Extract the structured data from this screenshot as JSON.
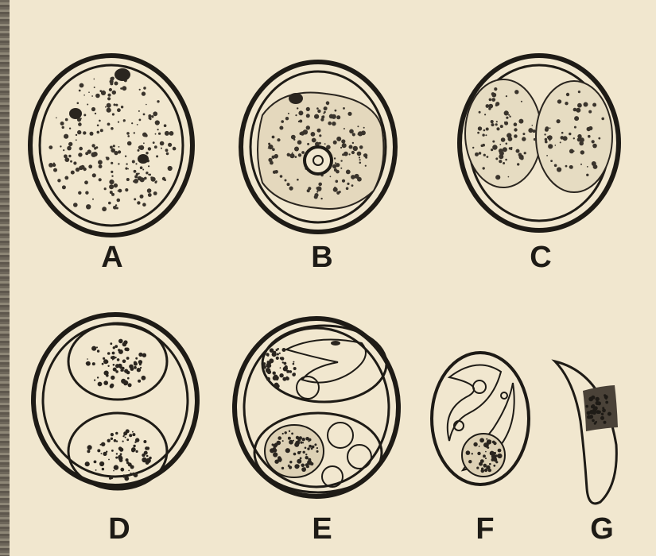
{
  "figure": {
    "panels": [
      {
        "id": "A",
        "label": "A"
      },
      {
        "id": "B",
        "label": "B"
      },
      {
        "id": "C",
        "label": "C"
      },
      {
        "id": "D",
        "label": "D"
      },
      {
        "id": "E",
        "label": "E"
      },
      {
        "id": "F",
        "label": "F"
      },
      {
        "id": "G",
        "label": "G"
      }
    ],
    "colors": {
      "paper": "#f1e7cf",
      "ink": "#1e1b16",
      "stipple": "#3a342c"
    }
  }
}
